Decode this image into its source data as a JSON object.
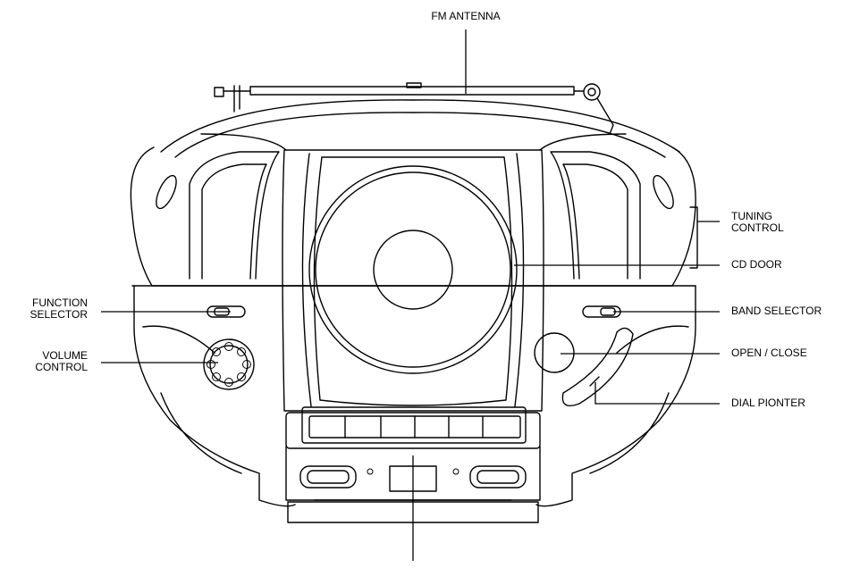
{
  "figure": {
    "labels": {
      "fm_antenna": "FM ANTENNA",
      "tuning_control": "TUNING\nCONTROL",
      "cd_door": "CD DOOR",
      "function_selector": "FUNCTION\nSELECTOR",
      "band_selector": "BAND SELECTOR",
      "volume_control": "VOLUME\nCONTROL",
      "open_close": "OPEN / CLOSE",
      "dial_pointer": "DIAL PIONTER"
    }
  }
}
